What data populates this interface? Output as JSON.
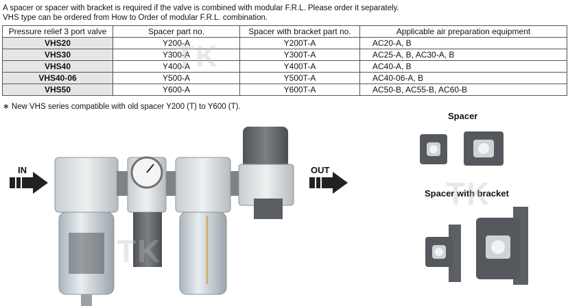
{
  "notes": {
    "line1": "A spacer or spacer with bracket is required if the valve is combined with modular F.R.L. Please order it separately.",
    "line2": "VHS type can be ordered from How to Order of modular F.R.L. combination.",
    "footnote": "∗ New VHS series compatible with old spacer Y200 (T) to Y600 (T)."
  },
  "table": {
    "headers": [
      "Pressure relief 3 port valve",
      "Spacer part no.",
      "Spacer with bracket part no.",
      "Applicable air preparation equipment"
    ],
    "rows": [
      [
        "VHS20",
        "Y200-A",
        "Y200T-A",
        "AC20-A, B"
      ],
      [
        "VHS30",
        "Y300-A",
        "Y300T-A",
        "AC25-A, B, AC30-A, B"
      ],
      [
        "VHS40",
        "Y400-A",
        "Y400T-A",
        "AC40-A, B"
      ],
      [
        "VHS40-06",
        "Y500-A",
        "Y500T-A",
        "AC40-06-A, B"
      ],
      [
        "VHS50",
        "Y600-A",
        "Y600T-A",
        "AC50-B, AC55-B, AC60-B"
      ]
    ]
  },
  "diagram": {
    "in_label": "IN",
    "out_label": "OUT",
    "spacer_label": "Spacer",
    "bracket_label": "Spacer with bracket",
    "watermark": "TK"
  }
}
